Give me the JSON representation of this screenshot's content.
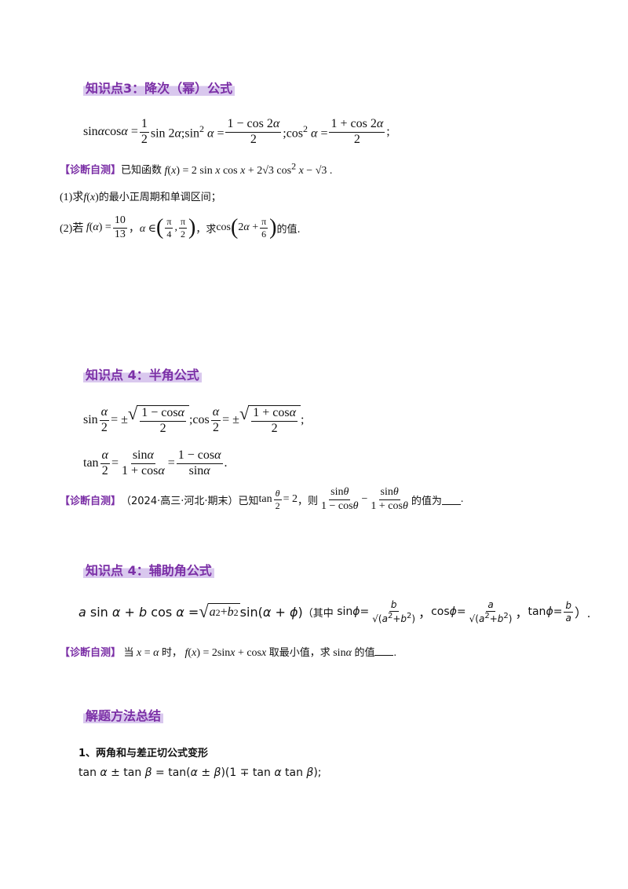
{
  "s3": {
    "heading": "知识点3：降次（幂）公式",
    "diag_tag": "【诊断自测】",
    "diag_intro": "已知函数",
    "q1": "(1)求",
    "q1_rest": "的最小正周期和单调区间；",
    "q2": "(2)若",
    "q2_find": "，求",
    "q2_end": "的值."
  },
  "s4": {
    "heading": "知识点 4：半角公式",
    "diag_tag": "【诊断自测】",
    "diag_source": "（2024·高三·河北·期末）已知",
    "diag_then": "，则",
    "diag_end": "的值为"
  },
  "s5": {
    "heading": "知识点 4：辅助角公式",
    "where": "（其中",
    "diag_tag": "【诊断自测】",
    "diag_when": "当",
    "diag_time": "时，",
    "diag_min": "取最小值，求",
    "diag_end": "的值"
  },
  "s6": {
    "heading": "解题方法总结",
    "item1": "1、两角和与差正切公式变形"
  }
}
